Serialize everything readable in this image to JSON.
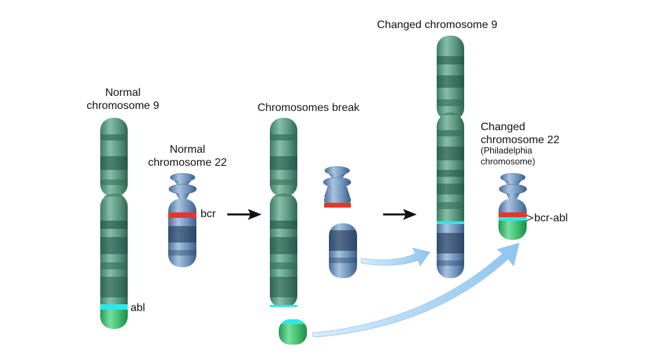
{
  "labels": {
    "normal_chr9": [
      "Normal",
      "chromosome 9"
    ],
    "normal_chr22": [
      "Normal",
      "chromosome 22"
    ],
    "bcr": "bcr",
    "abl": "abl",
    "chromosomes_break": "Chromosomes break",
    "changed_chr9": "Changed chromosome 9",
    "changed_chr22": [
      "Changed",
      "chromosome 22"
    ],
    "philadelphia": [
      "(Philadelphia",
      "chromosome)"
    ],
    "bcr_abl": "bcr-abl"
  },
  "colors": {
    "chr9_green": "#5e9a84",
    "chr9_band": "#2f6c5c",
    "chr22_blue": "#6f93bd",
    "chr22_band": "#2f4b6c",
    "bcr_red": "#e8352a",
    "abl_cyan": "#2ee6ee",
    "abl_green": "#3cbc6c",
    "arrow_light": "#a9d3f2",
    "arrow_dark": "#111111"
  },
  "icons": [
    "right-arrow-icon",
    "curved-arrow-icon"
  ]
}
